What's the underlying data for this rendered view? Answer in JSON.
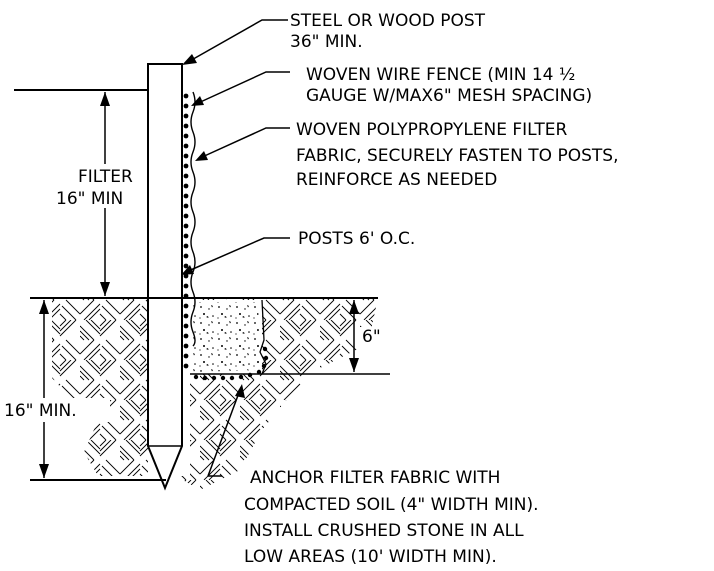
{
  "labels": {
    "post": [
      "STEEL OR WOOD POST",
      "36\" MIN."
    ],
    "fence": [
      "WOVEN WIRE FENCE (MIN 14 ½",
      "GAUGE W/MAX6\" MESH SPACING)"
    ],
    "fabric": [
      "WOVEN POLYPROPYLENE FILTER",
      "FABRIC, SECURELY FASTEN TO POSTS,",
      "REINFORCE AS NEEDED"
    ],
    "spacing": [
      "POSTS 6' O.C."
    ],
    "anchor": [
      "ANCHOR FILTER FABRIC WITH",
      "COMPACTED SOIL (4\" WIDTH MIN).",
      "INSTALL CRUSHED STONE IN ALL",
      "LOW AREAS (10' WIDTH MIN)."
    ]
  },
  "dimensions": {
    "filter_height": [
      "FILTER",
      "16\" MIN"
    ],
    "trench_depth": "6\"",
    "embed_depth": "16\" MIN."
  },
  "colors": {
    "ink": "#000000",
    "paper": "#ffffff"
  }
}
